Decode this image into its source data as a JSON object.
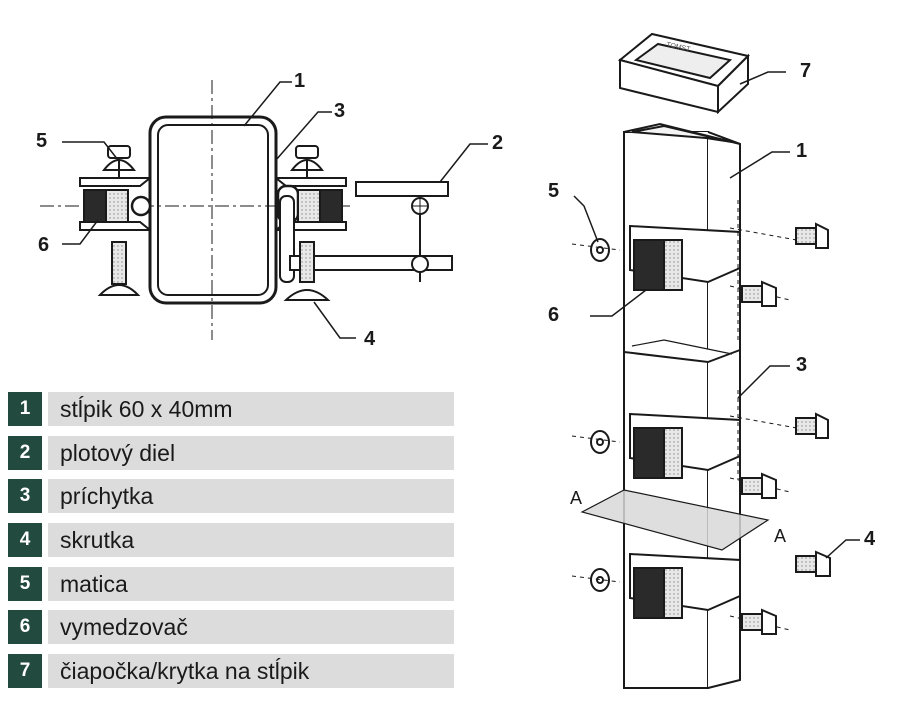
{
  "callouts": {
    "plan_1": "1",
    "plan_2": "2",
    "plan_3": "3",
    "plan_4": "4",
    "plan_5": "5",
    "plan_6": "6",
    "iso_1": "1",
    "iso_3": "3",
    "iso_4": "4",
    "iso_5": "5",
    "iso_6": "6",
    "iso_7": "7"
  },
  "section_marks": {
    "left": "A",
    "right": "A"
  },
  "cap_embossing": "TOMST",
  "legend": [
    {
      "num": "1",
      "label": "stĺpik 60 x 40mm"
    },
    {
      "num": "2",
      "label": "plotový diel"
    },
    {
      "num": "3",
      "label": "príchytka"
    },
    {
      "num": "4",
      "label": "skrutka"
    },
    {
      "num": "5",
      "label": "matica"
    },
    {
      "num": "6",
      "label": "vymedzovač"
    },
    {
      "num": "7",
      "label": "čiapočka/krytka na stĺpik"
    }
  ],
  "colors": {
    "badge": "#234a3e",
    "bar": "#dcdcdc",
    "line": "#1a1a1a"
  }
}
